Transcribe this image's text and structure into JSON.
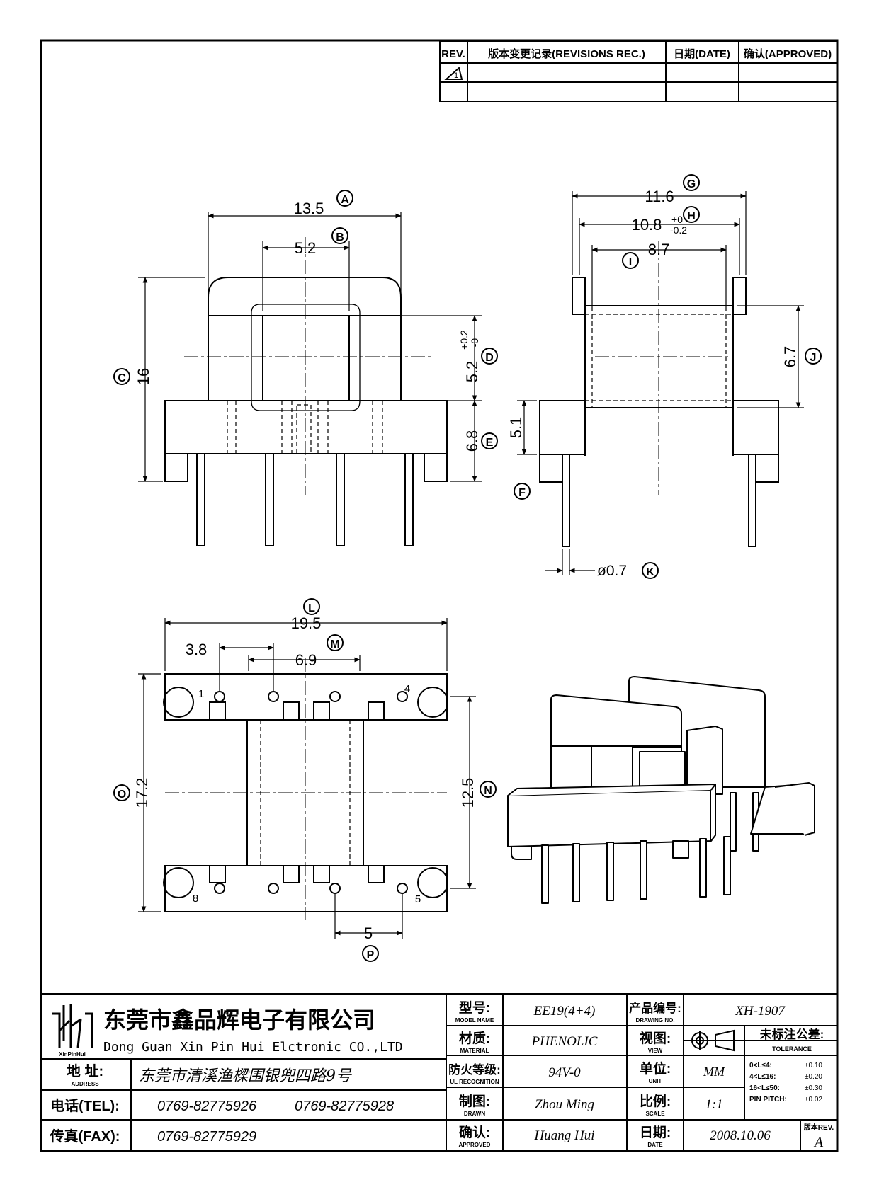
{
  "revision_table": {
    "rev_header": "REV.",
    "rev_label_header": "版本变更记录(REVISIONS REC.)",
    "date_header": "日期(DATE)",
    "approved_header": "确认(APPROVED)",
    "rev_row1": "1"
  },
  "dimensions": {
    "a": "13.5",
    "a_tag": "A",
    "b": "5.2",
    "b_tag": "B",
    "c": "16",
    "c_tag": "C",
    "d": "5.2",
    "d_tol_plus": "+0.2",
    "d_tol_minus": "-0",
    "d_tag": "D",
    "e": "6.8",
    "e_tag": "E",
    "f_tag": "F",
    "s51": "5.1",
    "g": "11.6",
    "g_tag": "G",
    "h": "10.8",
    "h_tol_plus": "+0",
    "h_tol_minus": "-0.2",
    "h_tag": "H",
    "i": "8.7",
    "i_tag": "I",
    "j": "6.7",
    "j_tag": "J",
    "k": "ø0.7",
    "k_tag": "K",
    "l": "19.5",
    "l_tag": "L",
    "m1": "3.8",
    "m": "6.9",
    "m_tag": "M",
    "n": "12.5",
    "n_tag": "N",
    "o": "17.2",
    "o_tag": "O",
    "p": "5",
    "p_tag": "P",
    "pin1": "1",
    "pin4": "4",
    "pin5": "5",
    "pin8": "8"
  },
  "title_block": {
    "logo_text": "XinPinHui",
    "company_cn": "东莞市鑫品辉电子有限公司",
    "company_en": "Dong Guan Xin Pin Hui Elctronic CO.,LTD",
    "address_label": "地 址:",
    "address_label_en": "ADDRESS",
    "address": "东莞市清溪渔樑围银兜四路9号",
    "tel_label": "电话(TEL):",
    "tel1": "0769-82775926",
    "tel2": "0769-82775928",
    "fax_label": "传真(FAX):",
    "fax": "0769-82775929",
    "model_label": "型号:",
    "model_label_en": "MODEL NAME",
    "model": "EE19(4+4)",
    "material_label": "材质:",
    "material_label_en": "MATERIAL",
    "material": "PHENOLIC",
    "fire_label": "防火等级:",
    "fire_label_en": "UL RECOGNITION",
    "fire": "94V-0",
    "drawn_label": "制图:",
    "drawn_label_en": "DRAWN",
    "drawn": "Zhou Ming",
    "approved_label": "确认:",
    "approved_label_en": "APPROVED",
    "approved": "Huang Hui",
    "drawing_no_label": "产品编号:",
    "drawing_no_label_en": "DRAWING NO.",
    "drawing_no": "XH-1907",
    "view_label": "视图:",
    "view_label_en": "VIEW",
    "unit_label": "单位:",
    "unit_label_en": "UNIT",
    "unit": "MM",
    "scale_label": "比例:",
    "scale_label_en": "SCALE",
    "scale": "1:1",
    "date_label": "日期:",
    "date_label_en": "DATE",
    "date": "2008.10.06",
    "tol_label": "未标注公差:",
    "tol_label_en": "TOLERANCE",
    "tol_r1_range": "0<L≤4:",
    "tol_r1_val": "±0.10",
    "tol_r2_range": "4<L≤16:",
    "tol_r2_val": "±0.20",
    "tol_r3_range": "16<L≤50:",
    "tol_r3_val": "±0.30",
    "tol_r4_range": "PIN PITCH:",
    "tol_r4_val": "±0.02",
    "rev_label": "版本REV.",
    "rev": "A"
  }
}
